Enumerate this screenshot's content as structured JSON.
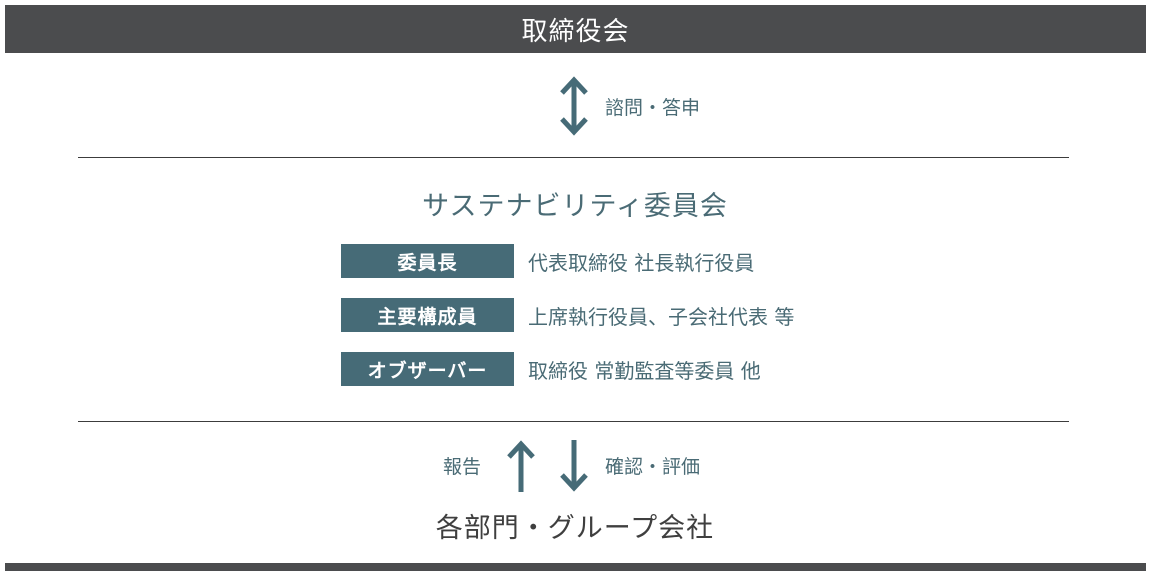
{
  "board": {
    "title": "取締役会"
  },
  "top_link": {
    "label": "諮問・答申",
    "icon": "double-arrow-vertical-icon"
  },
  "committee": {
    "title": "サステナビリティ委員会",
    "roles": [
      {
        "tag": "委員長",
        "description": "代表取締役 社長執行役員"
      },
      {
        "tag": "主要構成員",
        "description": "上席執行役員、子会社代表 等"
      },
      {
        "tag": "オブザーバー",
        "description": "取締役 常勤監査等委員 他"
      }
    ]
  },
  "bottom_link": {
    "up_label": "報告",
    "down_label": "確認・評価",
    "up_icon": "arrow-up-icon",
    "down_icon": "arrow-down-icon"
  },
  "departments": {
    "title": "各部門・グループ会社"
  },
  "colors": {
    "bar": "#4b4c4e",
    "accent": "#466b77",
    "text_teal": "#4a6b75",
    "text_dark": "#3f3f3f"
  }
}
